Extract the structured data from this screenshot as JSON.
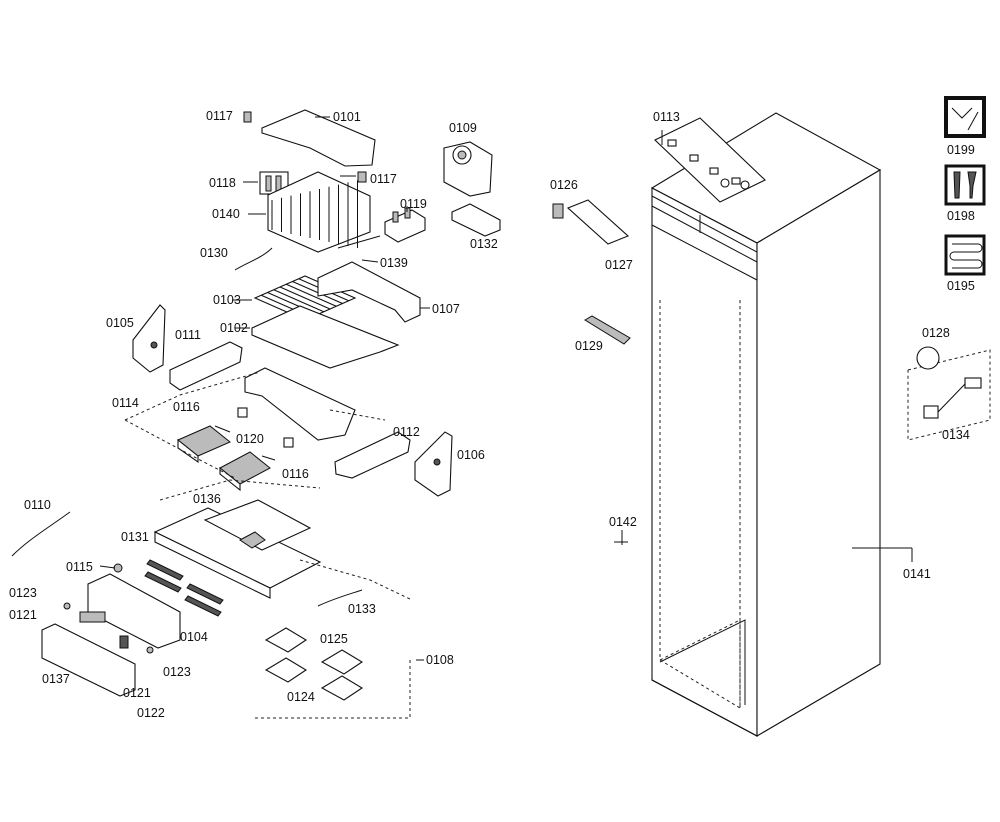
{
  "parts": {
    "p0101": "0101",
    "p0102": "0102",
    "p0103": "0103",
    "p0104": "0104",
    "p0105": "0105",
    "p0106": "0106",
    "p0107": "0107",
    "p0108": "0108",
    "p0109": "0109",
    "p0110": "0110",
    "p0111": "0111",
    "p0112": "0112",
    "p0113": "0113",
    "p0114": "0114",
    "p0115": "0115",
    "p0116a": "0116",
    "p0116b": "0116",
    "p0117a": "0117",
    "p0117b": "0117",
    "p0118": "0118",
    "p0119": "0119",
    "p0120": "0120",
    "p0121a": "0121",
    "p0121b": "0121",
    "p0122": "0122",
    "p0123a": "0123",
    "p0123b": "0123",
    "p0124": "0124",
    "p0125": "0125",
    "p0126": "0126",
    "p0127": "0127",
    "p0128": "0128",
    "p0129": "0129",
    "p0130": "0130",
    "p0131": "0131",
    "p0132": "0132",
    "p0133": "0133",
    "p0134": "0134",
    "p0136": "0136",
    "p0137": "0137",
    "p0139": "0139",
    "p0140": "0140",
    "p0141": "0141",
    "p0142": "0142"
  },
  "legend": {
    "service_icon": "wrench-screwdriver-icon",
    "tools_icon": "tools-icon",
    "coil_icon": "coil-icon",
    "p0199": "0199",
    "p0198": "0198",
    "p0195": "0195"
  },
  "colors": {
    "line": "#111111",
    "background": "#ffffff",
    "shade": "#bbbbbb"
  }
}
